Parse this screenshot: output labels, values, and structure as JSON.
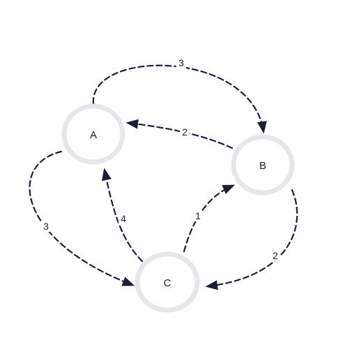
{
  "diagram": {
    "nodes": [
      {
        "id": "A",
        "label": "A"
      },
      {
        "id": "B",
        "label": "B"
      },
      {
        "id": "C",
        "label": "C"
      }
    ],
    "edges": [
      {
        "from": "A",
        "to": "B",
        "weight": "3"
      },
      {
        "from": "B",
        "to": "A",
        "weight": "2"
      },
      {
        "from": "A",
        "to": "C",
        "weight": "3"
      },
      {
        "from": "C",
        "to": "A",
        "weight": "4"
      },
      {
        "from": "C",
        "to": "B",
        "weight": "1"
      },
      {
        "from": "B",
        "to": "C",
        "weight": "2"
      }
    ],
    "colors": {
      "edge": "#1b1f3a",
      "node_ring": "#e8e6ea",
      "text": "#1b1f3a"
    }
  }
}
